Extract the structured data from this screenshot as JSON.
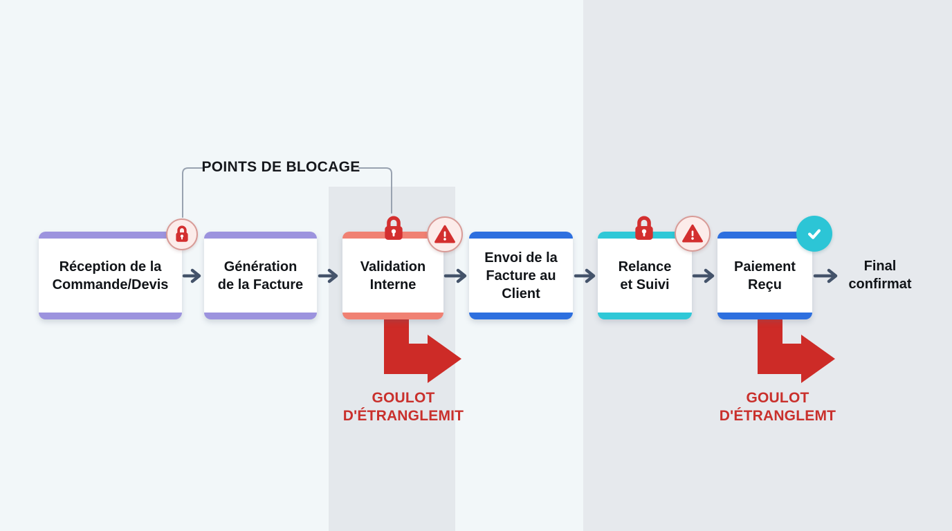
{
  "callout": {
    "label": "POINTS DE BLOCAGE"
  },
  "steps": [
    {
      "name": "reception-commande",
      "lines": [
        "Réception de la",
        "Commande/Devis"
      ],
      "accent": "#9c93de",
      "badges": [
        "lock-circled-icon"
      ]
    },
    {
      "name": "generation-facture",
      "lines": [
        "Génération",
        "de la Facture"
      ],
      "accent": "#9c93de",
      "badges": []
    },
    {
      "name": "validation-interne",
      "lines": [
        "Validation",
        "Interne"
      ],
      "accent": "#f08173",
      "badges": [
        "lock-icon",
        "warning-triangle-icon"
      ]
    },
    {
      "name": "envoi-facture-client",
      "lines": [
        "Envoi de la",
        "Facture au",
        "Client"
      ],
      "accent": "#2d6fdf",
      "badges": []
    },
    {
      "name": "relance-suivi",
      "lines": [
        "Relance",
        "et Suivi"
      ],
      "accent": "#2fc8d7",
      "badges": [
        "lock-icon",
        "warning-triangle-icon"
      ]
    },
    {
      "name": "paiement-recu",
      "lines": [
        "Paiement",
        "Reçu"
      ],
      "accent": "#2d6fdf",
      "badges": [
        "checkmark-icon"
      ]
    }
  ],
  "final_node": {
    "lines": [
      "Final",
      "confirmat"
    ]
  },
  "bottlenecks": [
    {
      "attached_to": "validation-interne",
      "lines": [
        "GOULOT",
        "D'ÉTRANGLEMIT"
      ]
    },
    {
      "attached_to": "paiement-recu",
      "lines": [
        "GOULOT",
        "D'ÉTRANGLEMT"
      ]
    }
  ],
  "icons": {
    "lock": "lock-icon",
    "lock_circled": "lock-circled-icon",
    "warning": "warning-triangle-icon",
    "check": "checkmark-icon"
  },
  "colors": {
    "background": "#f2f7f9",
    "band_gray": "#e5e9ec",
    "purple_accent": "#9c93de",
    "salmon_accent": "#f08173",
    "blue_accent": "#2d6fdf",
    "cyan_accent": "#2fc8d7",
    "flow_arrow_slate": "#44536a",
    "alert_red": "#d32f2f",
    "bottleneck_red": "#c9302c",
    "badge_circle_fill": "#fcecea",
    "badge_circle_border": "#d89b97",
    "check_teal": "#2cc5d6",
    "connector_gray": "#98a2b0"
  }
}
